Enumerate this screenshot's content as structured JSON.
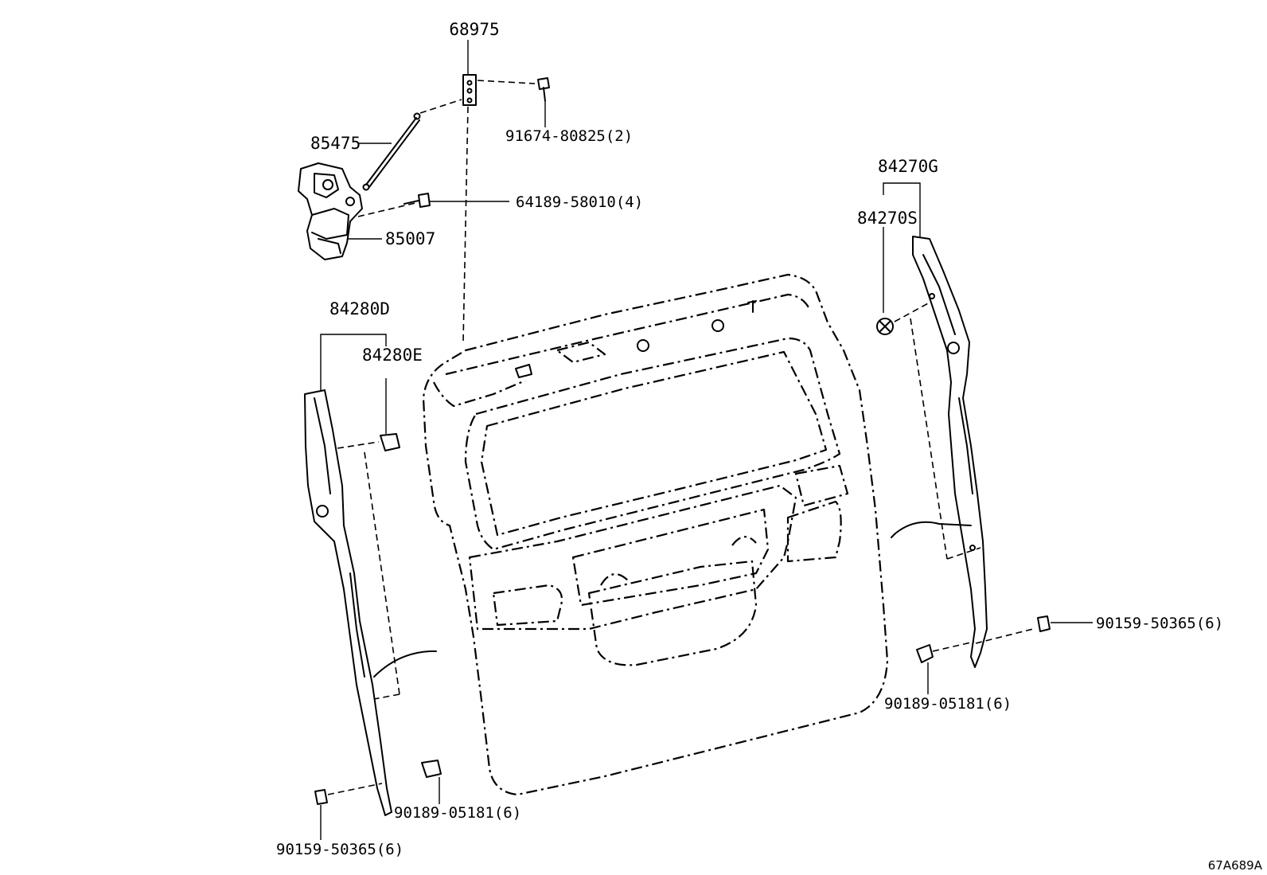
{
  "diagram": {
    "labels": {
      "p68975": "68975",
      "p85475": "85475",
      "p91674": "91674-80825(2)",
      "p64189": "64189-58010(4)",
      "p85007": "85007",
      "p84270G": "84270G",
      "p84270S": "84270S",
      "p84280D": "84280D",
      "p84280E": "84280E",
      "p90159_right": "90159-50365(6)",
      "p90189_right": "90189-05181(6)",
      "p90189_left": "90189-05181(6)",
      "p90159_left": "90159-50365(6)"
    },
    "figure_code": "67A689A"
  }
}
